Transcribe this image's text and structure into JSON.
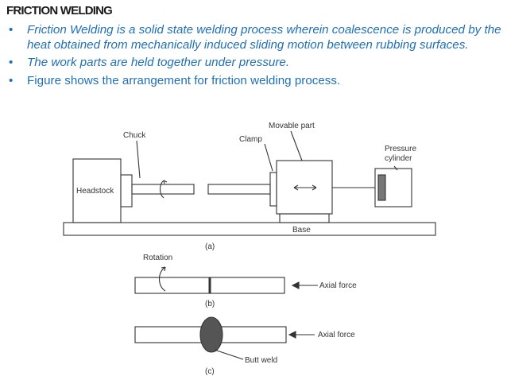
{
  "title": "FRICTION WELDING",
  "bullets": [
    "Friction Welding is a solid state welding process wherein coalescence is produced by the heat obtained from mechanically induced sliding motion between rubbing surfaces.",
    "The work parts are held together under pressure.",
    "Figure shows the arrangement for friction welding process."
  ],
  "bullet_glyph": "•",
  "figure": {
    "labels": {
      "chuck": "Chuck",
      "movable_part": "Movable part",
      "clamp": "Clamp",
      "pressure_cylinder_1": "Pressure",
      "pressure_cylinder_2": "cylinder",
      "headstock": "Headstock",
      "base": "Base",
      "caption_a": "(a)",
      "rotation": "Rotation",
      "axial_force_b": "Axial force",
      "caption_b": "(b)",
      "axial_force_c": "Axial force",
      "butt_weld": "Butt weld",
      "caption_c": "(c)"
    }
  },
  "colors": {
    "text_blue": "#1f6fb8",
    "title": "#1a1a1a",
    "line": "#333333"
  }
}
